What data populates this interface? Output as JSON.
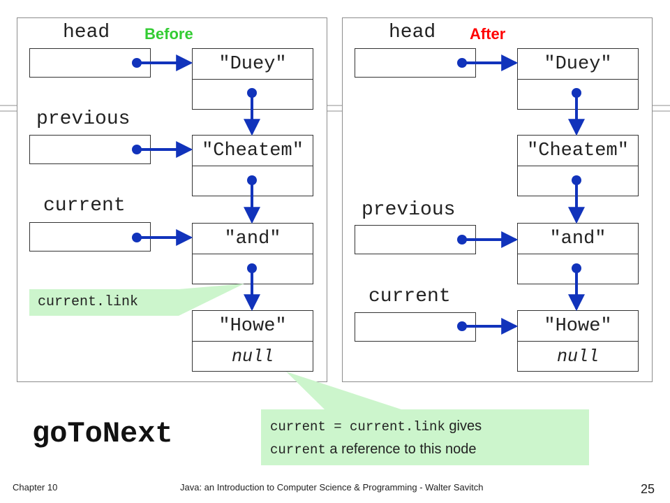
{
  "before": {
    "state": "Before",
    "labels": {
      "head": "head",
      "previous": "previous",
      "current": "current"
    },
    "nodes": [
      {
        "value": "\"Duey\"",
        "link": ""
      },
      {
        "value": "\"Cheatem\"",
        "link": ""
      },
      {
        "value": "\"and\"",
        "link": ""
      },
      {
        "value": "\"Howe\"",
        "link": "null"
      }
    ],
    "callout": "current.link"
  },
  "after": {
    "state": "After",
    "labels": {
      "head": "head",
      "previous": "previous",
      "current": "current"
    },
    "nodes": [
      {
        "value": "\"Duey\"",
        "link": ""
      },
      {
        "value": "\"Cheatem\"",
        "link": ""
      },
      {
        "value": "\"and\"",
        "link": ""
      },
      {
        "value": "\"Howe\"",
        "link": "null"
      }
    ]
  },
  "title": "goToNext",
  "note": {
    "code1": "current = current.link",
    "text1": " gives",
    "code2": "current",
    "text2": " a reference to this node"
  },
  "footer": {
    "chapter": "Chapter 10",
    "book": "Java: an Introduction to Computer Science & Programming - Walter Savitch",
    "page": "25"
  },
  "colors": {
    "before_label": "#33cc33",
    "after_label": "#ff0000",
    "arrow": "#1133bb",
    "callout_bg": "#ccf5cc"
  }
}
